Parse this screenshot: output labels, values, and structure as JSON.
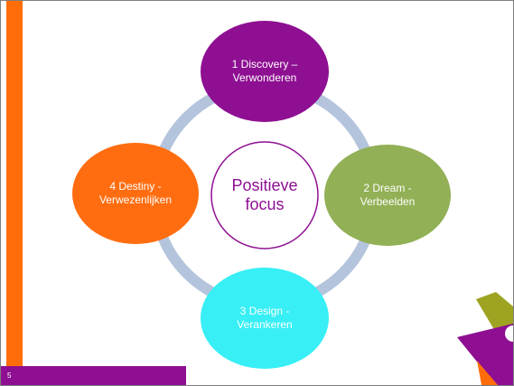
{
  "slide": {
    "number": "5"
  },
  "diagram": {
    "center": {
      "label": "Positieve\nfocus",
      "color": "#8e0f92"
    },
    "connector_color": "#b4c4dc",
    "nodes": [
      {
        "label": "1 Discovery –\nVerwonderen",
        "color": "#8e0f92"
      },
      {
        "label": "2 Dream -\nVerbeelden",
        "color": "#92b055"
      },
      {
        "label": "3 Design -\nVerankeren",
        "color": "#37eff5"
      },
      {
        "label": "4 Destiny -\nVerwezenlijken",
        "color": "#ff6d10"
      }
    ]
  },
  "colors": {
    "accent_orange": "#ff6d0a",
    "accent_purple": "#8e0f92",
    "logo_olive": "#9ea321"
  }
}
